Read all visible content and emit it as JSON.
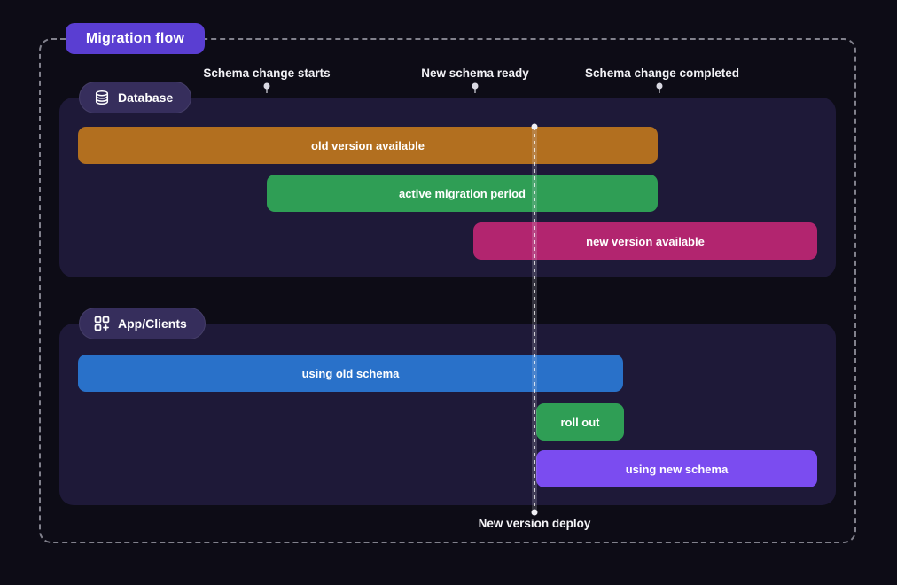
{
  "title": "Migration flow",
  "colors": {
    "background": "#0d0c16",
    "panel": "#1e1938",
    "title_badge_bg": "#5a3ed2",
    "section_badge_bg": "#362e5c",
    "bar_old_version": "#b26f1f",
    "bar_active_migration": "#2f9e55",
    "bar_new_version": "#b2256f",
    "bar_using_old": "#2971c9",
    "bar_roll_out": "#2f9e55",
    "bar_using_new": "#7b4cf0"
  },
  "timeline": {
    "markers": [
      {
        "label": "Schema change starts"
      },
      {
        "label": "New schema ready"
      },
      {
        "label": "Schema change completed"
      }
    ],
    "deploy_marker": {
      "label": "New version deploy"
    }
  },
  "sections": [
    {
      "name": "Database",
      "icon": "database-icon",
      "bars": [
        {
          "label": "old version available"
        },
        {
          "label": "active migration period"
        },
        {
          "label": "new version available"
        }
      ]
    },
    {
      "name": "App/Clients",
      "icon": "apps-grid-plus-icon",
      "bars": [
        {
          "label": "using old schema"
        },
        {
          "label": "roll out"
        },
        {
          "label": "using new schema"
        }
      ]
    }
  ]
}
